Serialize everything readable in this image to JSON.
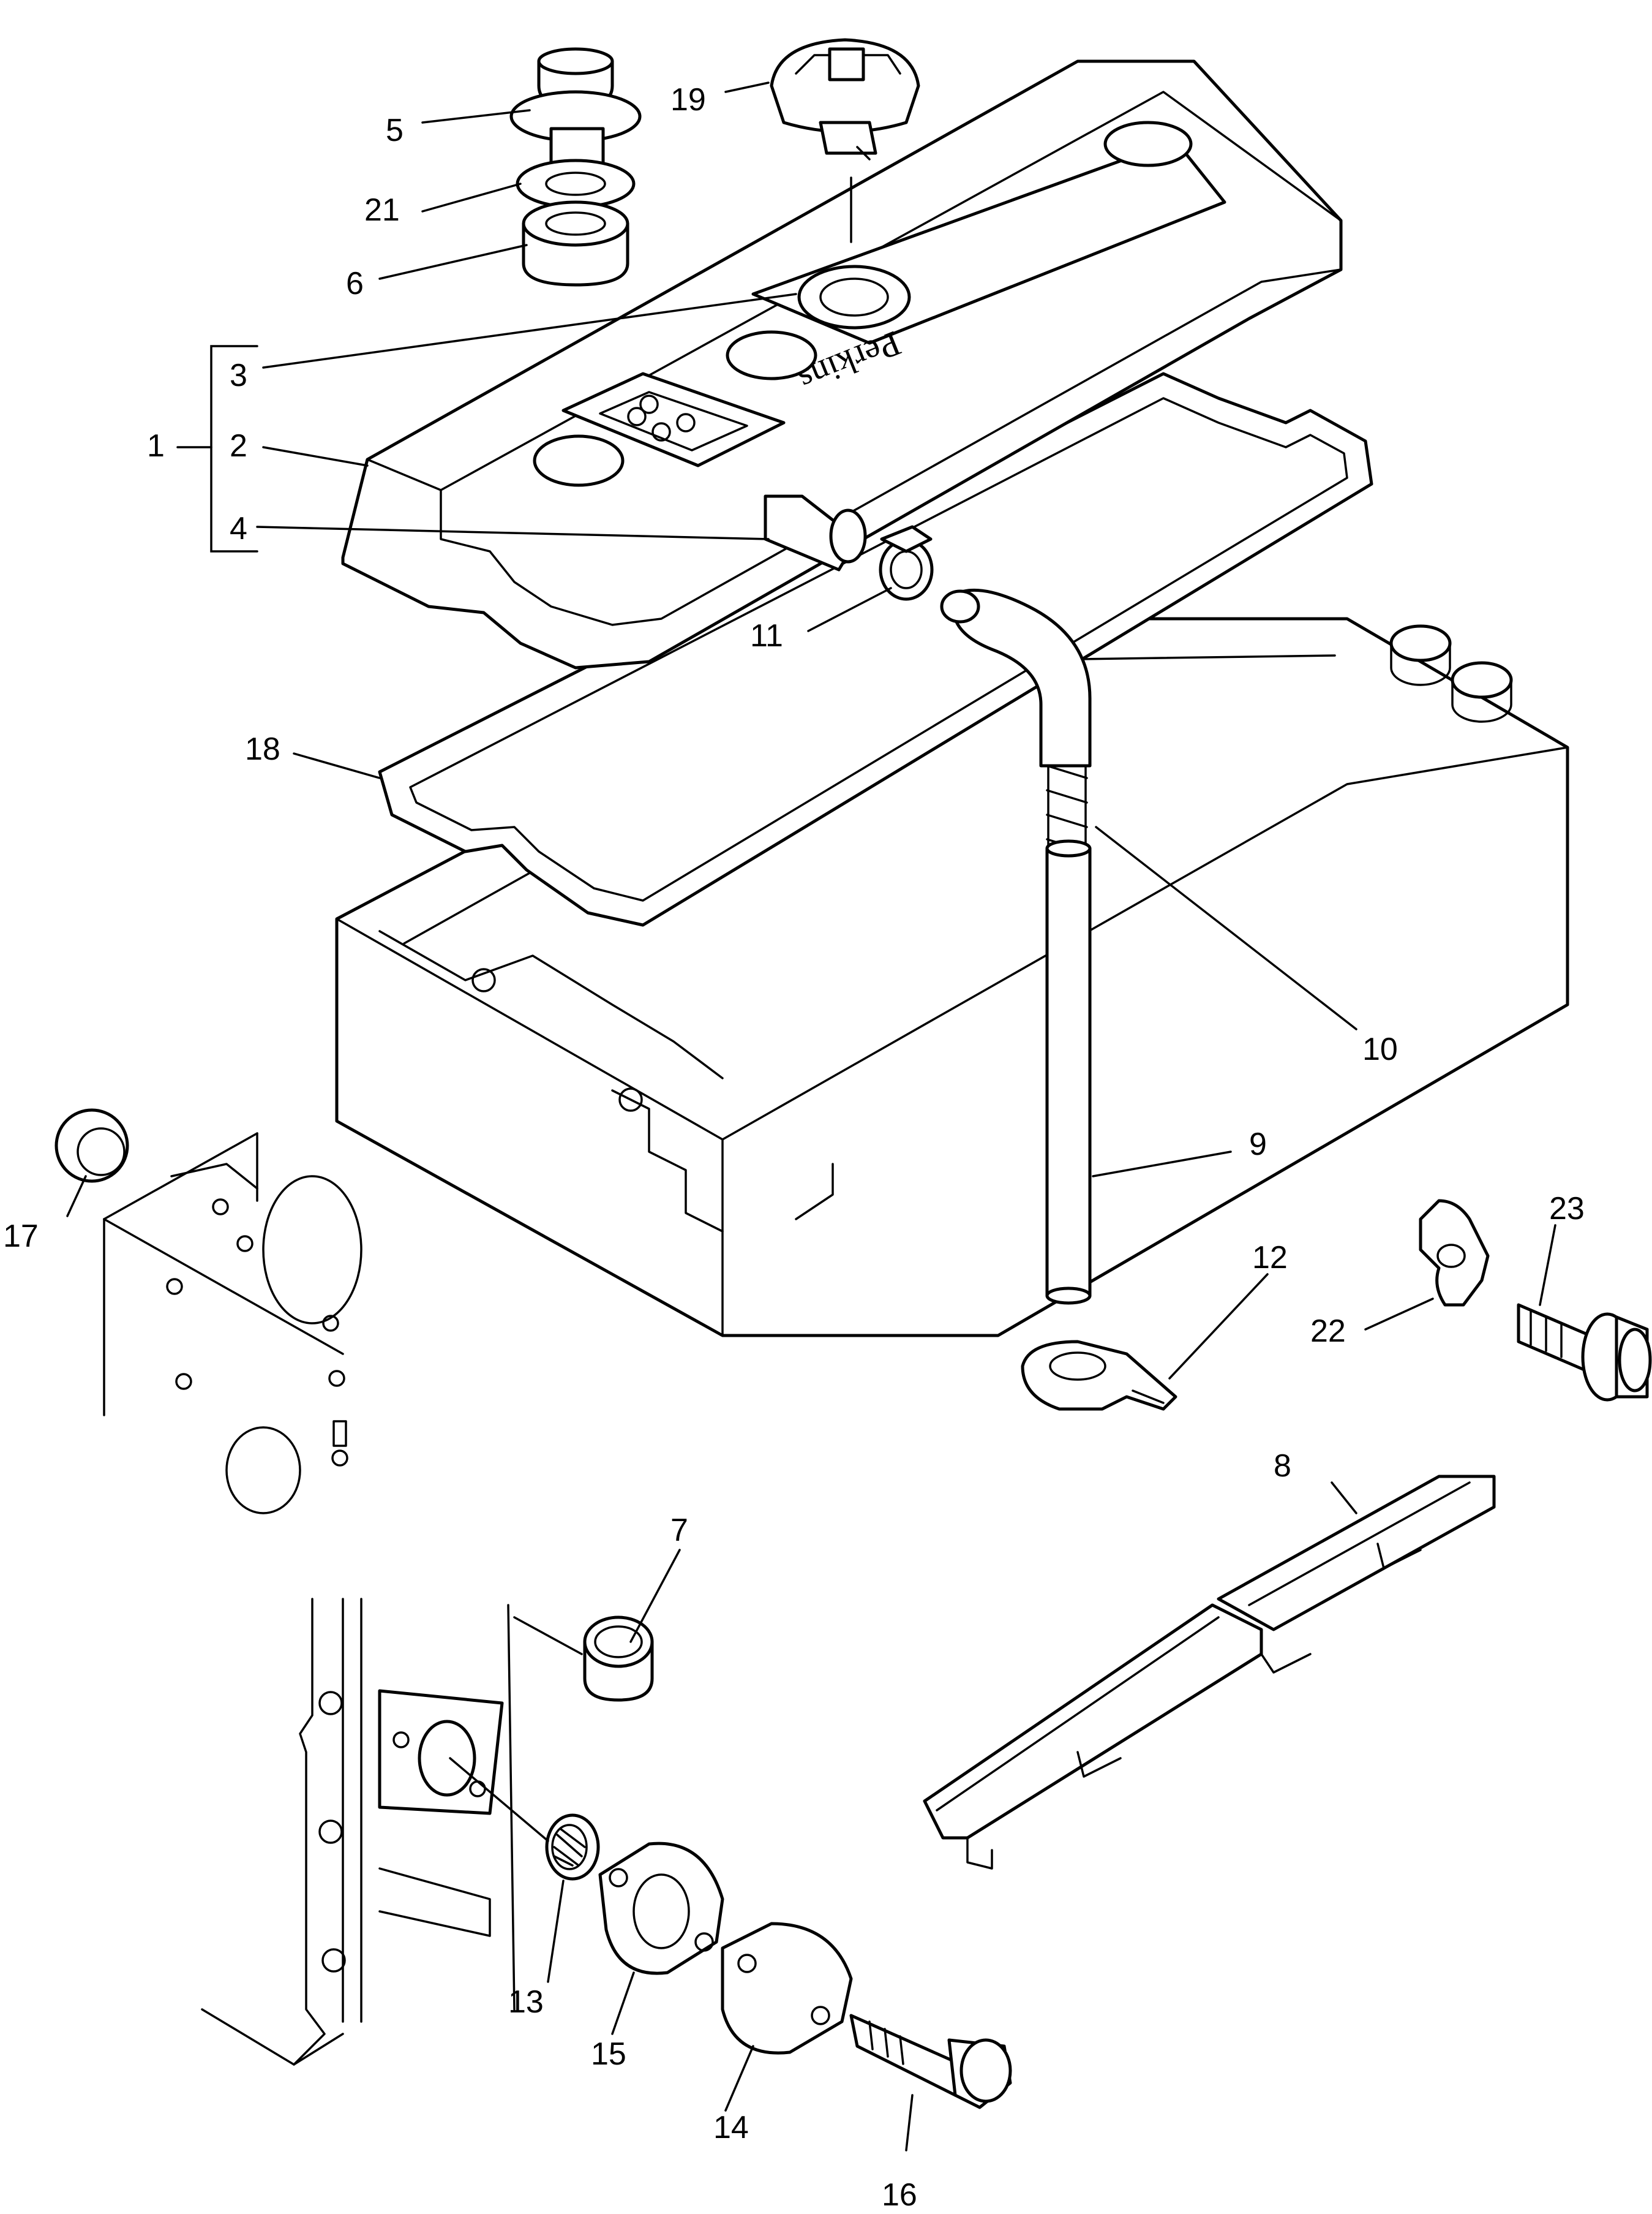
{
  "diagram": {
    "callouts": [
      {
        "id": "c1",
        "label": "1"
      },
      {
        "id": "c2",
        "label": "2"
      },
      {
        "id": "c3",
        "label": "3"
      },
      {
        "id": "c4",
        "label": "4"
      },
      {
        "id": "c5",
        "label": "5"
      },
      {
        "id": "c6",
        "label": "6"
      },
      {
        "id": "c7",
        "label": "7"
      },
      {
        "id": "c8",
        "label": "8"
      },
      {
        "id": "c9",
        "label": "9"
      },
      {
        "id": "c10",
        "label": "10"
      },
      {
        "id": "c11",
        "label": "11"
      },
      {
        "id": "c12",
        "label": "12"
      },
      {
        "id": "c13",
        "label": "13"
      },
      {
        "id": "c14",
        "label": "14"
      },
      {
        "id": "c15",
        "label": "15"
      },
      {
        "id": "c16",
        "label": "16"
      },
      {
        "id": "c17",
        "label": "17"
      },
      {
        "id": "c18",
        "label": "18"
      },
      {
        "id": "c19",
        "label": "19"
      },
      {
        "id": "c21",
        "label": "21"
      },
      {
        "id": "c22",
        "label": "22"
      },
      {
        "id": "c23",
        "label": "23"
      }
    ],
    "logo_text": "Perkins"
  }
}
